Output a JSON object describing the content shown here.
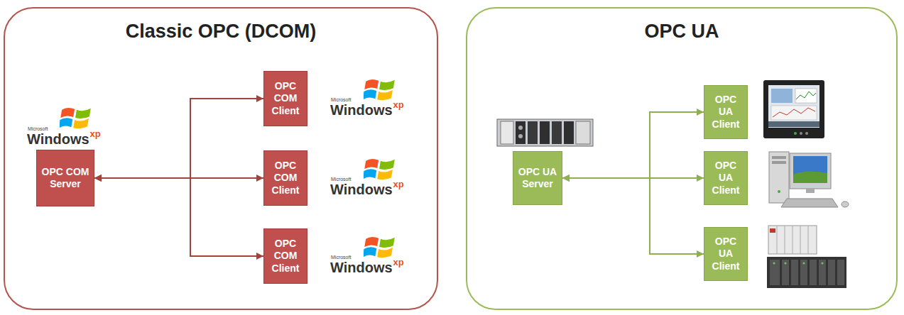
{
  "diagram": {
    "nodes": [
      {
        "text": [
          "Classic OPC (DCOM)"
        ]
      },
      {
        "text": [
          "OPC COM Server"
        ],
        "in": 0
      },
      {
        "text": [
          "OPC COM Client"
        ],
        "in": 0
      },
      {
        "text": [
          "OPC COM Client"
        ],
        "in": 0
      },
      {
        "text": [
          "OPC COM Client"
        ],
        "in": 0
      },
      {
        "text": [
          "OPC UA"
        ]
      },
      {
        "text": [
          "OPC UA Server"
        ],
        "in": 5
      },
      {
        "text": [
          "OPC UA Client"
        ],
        "in": 5
      },
      {
        "text": [
          "OPC UA Client"
        ],
        "in": 5
      },
      {
        "text": [
          "OPC UA Client"
        ],
        "in": 5
      }
    ],
    "edges": [
      {
        "from": 1,
        "to": 2,
        "arrow": "both"
      },
      {
        "from": 1,
        "to": 3,
        "arrow": "both"
      },
      {
        "from": 1,
        "to": 4,
        "arrow": "both"
      },
      {
        "from": 6,
        "to": 7,
        "arrow": "both"
      },
      {
        "from": 6,
        "to": 8,
        "arrow": "both"
      },
      {
        "from": 6,
        "to": 9,
        "arrow": "both"
      }
    ],
    "labels": [
      "Microsoft",
      "Windows",
      "xp",
      "Microsoft",
      "Windows",
      "xp",
      "Microsoft",
      "Windows",
      "xp",
      "Microsoft",
      "Windows",
      "xp"
    ]
  }
}
